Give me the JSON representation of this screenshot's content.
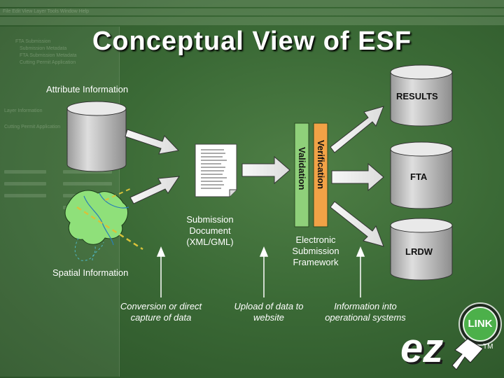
{
  "title": "Conceptual View of ESF",
  "labels": {
    "attribute_information": "Attribute Information",
    "spatial_information": "Spatial Information",
    "submission_document": [
      "Submission",
      "Document",
      "(XML/GML)"
    ],
    "esf": [
      "Electronic",
      "Submission",
      "Framework"
    ],
    "results": "RESULTS",
    "fta": "FTA",
    "lrdw": "LRDW"
  },
  "bars": {
    "validation": "Validation",
    "verification": "Verification"
  },
  "captions": {
    "conversion": [
      "Conversion or direct",
      "capture of data"
    ],
    "upload": [
      "Upload of data to",
      "website"
    ],
    "information": [
      "Information into",
      "operational systems"
    ]
  },
  "logo": {
    "badge": "LINK",
    "wordmark": "ez",
    "tm": "TM"
  },
  "ghost_ui": {
    "menu": "File  Edit  View  Layer  Tools  Window  Help",
    "items": [
      "FTA Submission",
      "Submission Metadata",
      "FTA Submission Metadata",
      "Cutting Permit Application",
      "Layer Information",
      "Cutting Permit Application"
    ]
  },
  "colors": {
    "validation_bar": "#8fd07a",
    "verification_bar": "#f2a246",
    "cylinder_fill": "#c8c8c8",
    "polygon_fill": "#8fe07a",
    "dash_yellow": "#d8c23a",
    "background": "#3b6a36"
  }
}
